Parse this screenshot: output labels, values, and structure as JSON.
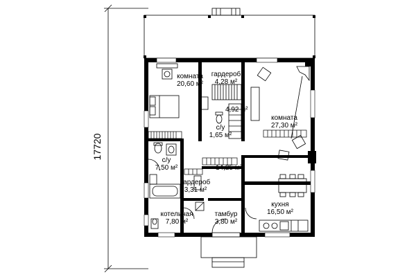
{
  "dimension": "17720",
  "rooms": [
    {
      "id": "room-1",
      "name": "комната",
      "area": "20,60 м²"
    },
    {
      "id": "wardrobe-1",
      "name": "гардероб",
      "area": "4,28 м²"
    },
    {
      "id": "stair",
      "name": "",
      "area": "4,92 м²"
    },
    {
      "id": "wc-1",
      "name": "с/у",
      "area": "1,65 м²"
    },
    {
      "id": "room-2",
      "name": "комната",
      "area": "27,30 м²"
    },
    {
      "id": "wc-2",
      "name": "с/у",
      "area": "7,50 м²"
    },
    {
      "id": "hall",
      "name": "",
      "area": "14,25 м²"
    },
    {
      "id": "wardrobe-2",
      "name": "гардероб",
      "area": "3,31 м²"
    },
    {
      "id": "kitchen",
      "name": "кухня",
      "area": "16,50 м²"
    },
    {
      "id": "boiler",
      "name": "котельная",
      "area": "7,80 м²"
    },
    {
      "id": "vestibule",
      "name": "тамбур",
      "area": "3,80 м²"
    }
  ],
  "colors": {
    "wall": "#000000",
    "line": "#222222"
  }
}
